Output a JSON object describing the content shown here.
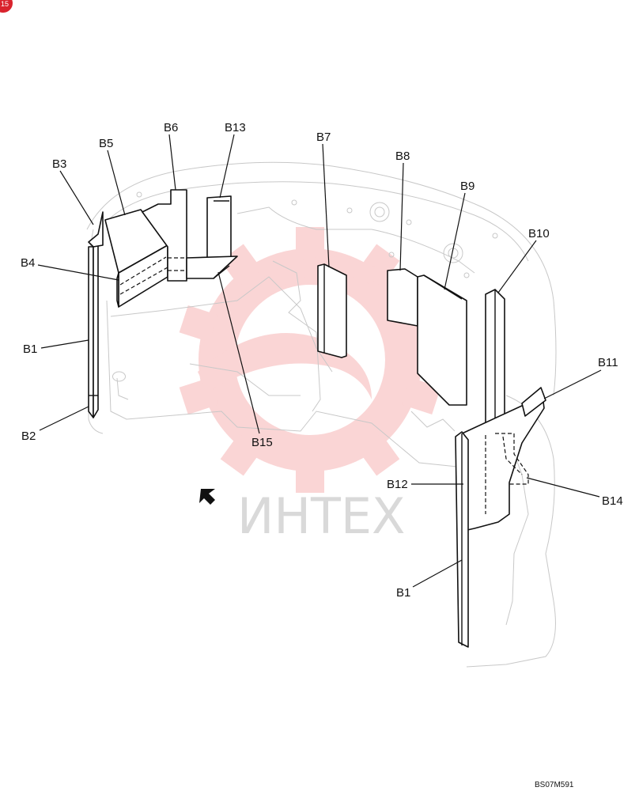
{
  "page_badge": "15",
  "watermark": {
    "text": "ИНТЕХ",
    "color": "#f4a3a3"
  },
  "reference_code": "BS07M591",
  "callouts": [
    {
      "id": "b1_left",
      "label": "B1"
    },
    {
      "id": "b2",
      "label": "B2"
    },
    {
      "id": "b3",
      "label": "B3"
    },
    {
      "id": "b4",
      "label": "B4"
    },
    {
      "id": "b5",
      "label": "B5"
    },
    {
      "id": "b6",
      "label": "B6"
    },
    {
      "id": "b13",
      "label": "B13"
    },
    {
      "id": "b7",
      "label": "B7"
    },
    {
      "id": "b8",
      "label": "B8"
    },
    {
      "id": "b9",
      "label": "B9"
    },
    {
      "id": "b10",
      "label": "B10"
    },
    {
      "id": "b11",
      "label": "B11"
    },
    {
      "id": "b12",
      "label": "B12"
    },
    {
      "id": "b14",
      "label": "B14"
    },
    {
      "id": "b15",
      "label": "B15"
    },
    {
      "id": "b1_right",
      "label": "B1"
    }
  ],
  "icons": [
    "direction-arrow-icon",
    "gear-watermark-icon"
  ]
}
